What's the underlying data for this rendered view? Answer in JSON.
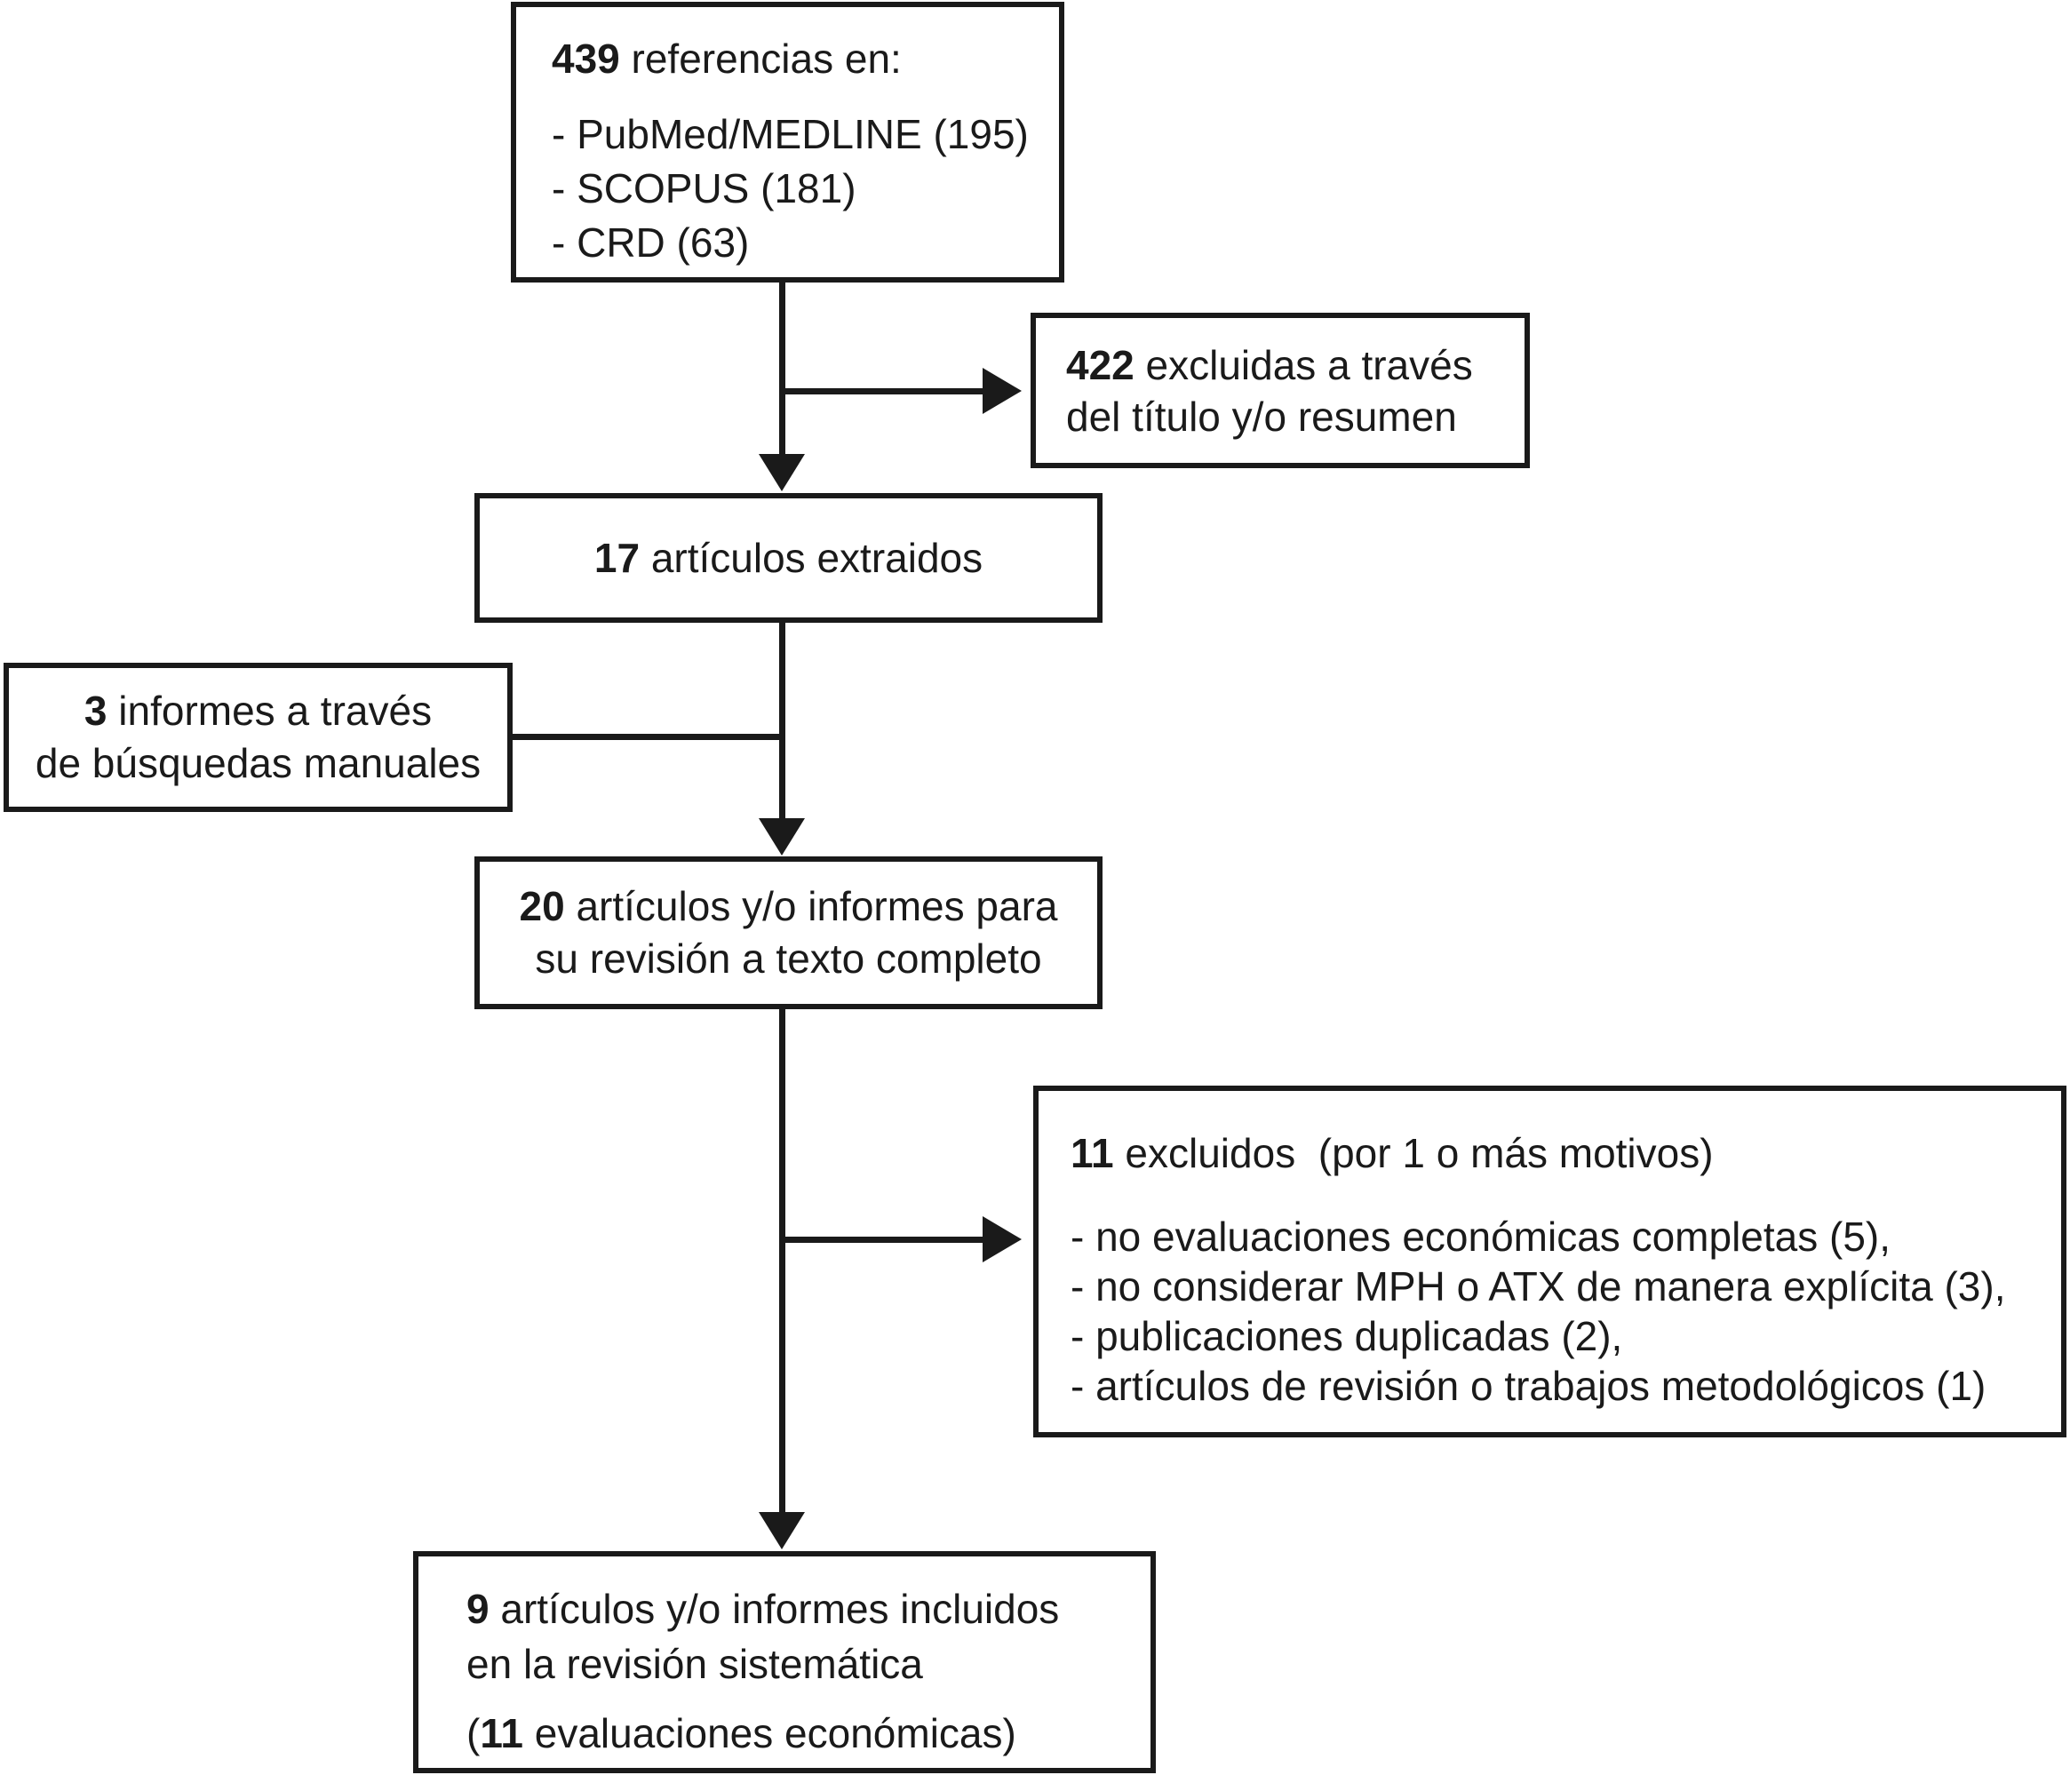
{
  "diagram": {
    "type": "flowchart",
    "background_color": "#ffffff",
    "line_color": "#1a1a1a"
  },
  "boxes": {
    "sources": {
      "title_bold": "439",
      "title_text": " referencias en:",
      "items": [
        "- PubMed/MEDLINE (195)",
        "- SCOPUS (181)",
        "- CRD (63)"
      ]
    },
    "excluded_screening": {
      "bold": "422",
      "line1_text": " excluidas a través",
      "line2": "del título y/o resumen"
    },
    "extracted": {
      "bold": "17",
      "text": " artículos extraidos"
    },
    "manual": {
      "bold": "3",
      "line1_text": " informes a través",
      "line2": "de búsquedas manuales"
    },
    "fulltext": {
      "bold": "20",
      "line1_text": " artículos y/o informes para",
      "line2": "su revisión a texto completo"
    },
    "excluded_fulltext": {
      "bold": "11",
      "title_text": " excluidos  (por 1 o más motivos)",
      "reasons": [
        "- no evaluaciones económicas completas (5),",
        "- no considerar MPH o ATX de manera explícita (3),",
        "- publicaciones duplicadas (2),",
        "- artículos de revisión o trabajos metodológicos (1)"
      ]
    },
    "included": {
      "bold": "9",
      "line1_text": " artículos y/o informes incluidos",
      "line2": "en la revisión sistemática",
      "line3_pre": "(",
      "line3_bold": "11",
      "line3_text": " evaluaciones económicas)"
    }
  }
}
